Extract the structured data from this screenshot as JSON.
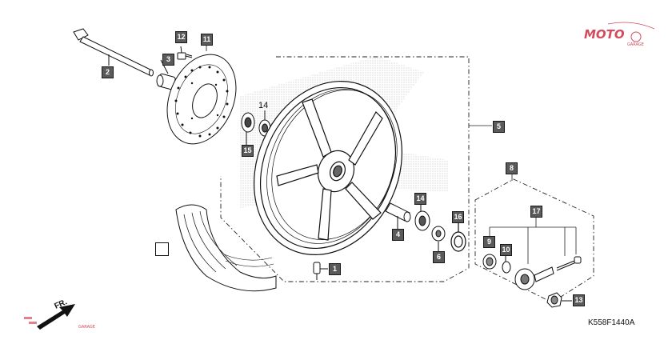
{
  "diagram": {
    "drawing_code": "K558F1440A",
    "watermark": {
      "brand": "MOTO",
      "sub": "GARAGE"
    },
    "direction_marker": "FR.",
    "callouts": [
      {
        "id": "c1",
        "text": "1"
      },
      {
        "id": "c2",
        "text": "2"
      },
      {
        "id": "c3",
        "text": "3"
      },
      {
        "id": "c4",
        "text": "4"
      },
      {
        "id": "c5",
        "text": "5"
      },
      {
        "id": "c6",
        "text": "6"
      },
      {
        "id": "c8",
        "text": "8"
      },
      {
        "id": "c9",
        "text": "9"
      },
      {
        "id": "c10",
        "text": "10"
      },
      {
        "id": "c11",
        "text": "11"
      },
      {
        "id": "c12",
        "text": "12"
      },
      {
        "id": "c13",
        "text": "13"
      },
      {
        "id": "c14a",
        "text": "14"
      },
      {
        "id": "c14b",
        "text": "14"
      },
      {
        "id": "c15",
        "text": "15"
      },
      {
        "id": "c16",
        "text": "16"
      },
      {
        "id": "c17",
        "text": "17"
      }
    ]
  }
}
